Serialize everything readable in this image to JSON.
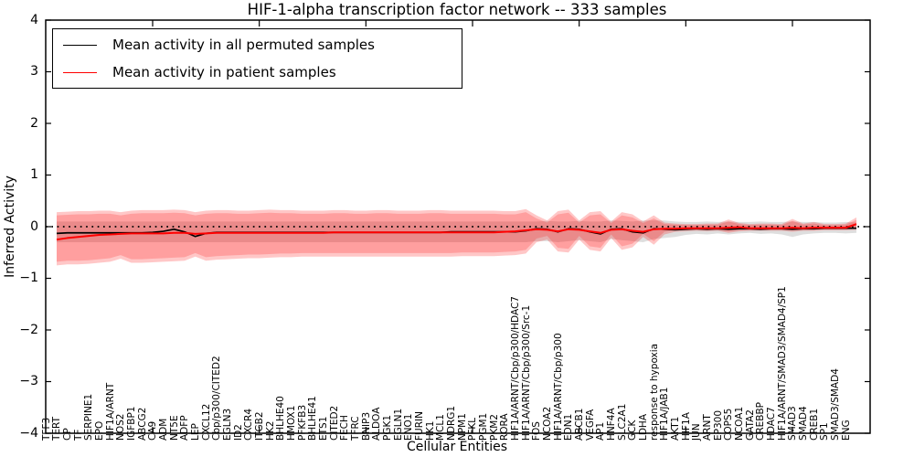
{
  "figure": {
    "background": "#ffffff",
    "accent_red": "#ff0000",
    "accent_black": "#000000",
    "permuted_band_gray": "#999999"
  },
  "legend": {
    "position": "upper-left"
  },
  "chart_data": {
    "type": "line",
    "title": "HIF-1-alpha transcription factor network -- 333 samples",
    "xlabel": "Cellular Entities",
    "ylabel": "Inferred Activity",
    "ylim": [
      -4,
      4
    ],
    "yticks": [
      4,
      3,
      2,
      1,
      0,
      -1,
      -2,
      -3,
      -4
    ],
    "ytick_labels": [
      "4",
      "3",
      "2",
      "1",
      "0",
      "−1",
      "−2",
      "−3",
      "−4"
    ],
    "xtick_entity_indices": [
      9,
      19,
      29,
      39,
      49,
      59,
      69
    ],
    "grid": false,
    "zero_line": {
      "value": 0,
      "style": "dotted",
      "color": "#000000"
    },
    "legend_position": "upper-left",
    "categories": [
      "TFF3",
      "TERT",
      "CP",
      "TF",
      "SERPINE1",
      "EPO",
      "HIF1A/ARNT",
      "NOS2",
      "IGFBP1",
      "ABCG2",
      "CA9",
      "ADM",
      "NT5E",
      "ADFP",
      "LEP",
      "CXCL12",
      "Cbp/p300/CITED2",
      "EGLN3",
      "ID2",
      "CXCR4",
      "ITGB2",
      "HK2",
      "BHLHE40",
      "HMOX1",
      "PFKFB3",
      "BHLHE41",
      "ETS1",
      "CITED2",
      "FECH",
      "TFRC",
      "BNIP3",
      "ALDOA",
      "PGK1",
      "EGLN1",
      "ENO1",
      "FURIN",
      "HK1",
      "MCL1",
      "NDRG1",
      "NPM1",
      "PFKL",
      "PGM1",
      "PKM2",
      "RORA",
      "HIF1A/ARNT/Cbp/p300/HDAC7",
      "HIF1A/ARNT/Cbp/p300/Src-1",
      "FOS",
      "NCOA2",
      "HIF1A/ARNT/Cbp/p300",
      "EDN1",
      "ABCB1",
      "VEGFA",
      "AP1",
      "HNF4A",
      "SLC2A1",
      "GCK",
      "LDHA",
      "response to hypoxia",
      "HIF1A/JAB1",
      "AKT1",
      "HIF1A",
      "JUN",
      "ARNT",
      "EP300",
      "COPS5",
      "NCOA1",
      "GATA2",
      "CREBBP",
      "HDAC7",
      "HIF1A/ARNT/SMAD3/SMAD4/SP1",
      "SMAD3",
      "SMAD4",
      "CREB1",
      "SP1",
      "SMAD3/SMAD4",
      "ENG"
    ],
    "series": [
      {
        "name": "Mean activity in all permuted samples",
        "color": "#000000",
        "width": 1.7,
        "values": [
          -0.13,
          -0.12,
          -0.12,
          -0.12,
          -0.12,
          -0.12,
          -0.12,
          -0.12,
          -0.12,
          -0.11,
          -0.09,
          -0.05,
          -0.1,
          -0.19,
          -0.13,
          -0.11,
          -0.11,
          -0.11,
          -0.11,
          -0.11,
          -0.11,
          -0.11,
          -0.11,
          -0.11,
          -0.11,
          -0.11,
          -0.11,
          -0.11,
          -0.11,
          -0.11,
          -0.11,
          -0.11,
          -0.11,
          -0.11,
          -0.11,
          -0.11,
          -0.11,
          -0.1,
          -0.1,
          -0.1,
          -0.1,
          -0.1,
          -0.1,
          -0.1,
          -0.08,
          -0.04,
          -0.05,
          -0.1,
          -0.04,
          -0.05,
          -0.1,
          -0.14,
          -0.05,
          -0.04,
          -0.1,
          -0.12,
          -0.04,
          -0.05,
          -0.06,
          -0.05,
          -0.04,
          -0.05,
          -0.04,
          -0.05,
          -0.04,
          -0.04,
          -0.05,
          -0.04,
          -0.04,
          -0.05,
          -0.04,
          -0.04,
          -0.03,
          -0.03,
          -0.03,
          -0.03
        ]
      },
      {
        "name": "Mean activity in patient samples",
        "color": "#ff0000",
        "width": 2.0,
        "values": [
          -0.25,
          -0.22,
          -0.2,
          -0.18,
          -0.16,
          -0.15,
          -0.14,
          -0.13,
          -0.13,
          -0.13,
          -0.13,
          -0.12,
          -0.12,
          -0.14,
          -0.13,
          -0.12,
          -0.12,
          -0.12,
          -0.12,
          -0.12,
          -0.12,
          -0.12,
          -0.12,
          -0.12,
          -0.12,
          -0.12,
          -0.11,
          -0.11,
          -0.11,
          -0.11,
          -0.11,
          -0.11,
          -0.11,
          -0.11,
          -0.11,
          -0.11,
          -0.11,
          -0.11,
          -0.11,
          -0.11,
          -0.11,
          -0.11,
          -0.1,
          -0.09,
          -0.07,
          -0.05,
          -0.06,
          -0.09,
          -0.05,
          -0.06,
          -0.09,
          -0.12,
          -0.06,
          -0.05,
          -0.08,
          -0.1,
          -0.05,
          -0.04,
          -0.04,
          -0.03,
          -0.03,
          -0.03,
          -0.03,
          -0.02,
          -0.01,
          -0.03,
          -0.03,
          -0.03,
          -0.03,
          -0.02,
          -0.03,
          -0.02,
          -0.02,
          -0.02,
          -0.02,
          0.05
        ]
      }
    ],
    "bands": [
      {
        "name": "permuted-samples-std-band",
        "color": "#999999",
        "opacity": 0.32,
        "upper": [
          0.1,
          0.1,
          0.1,
          0.1,
          0.1,
          0.1,
          0.1,
          0.1,
          0.1,
          0.1,
          0.1,
          0.1,
          0.1,
          0.1,
          0.1,
          0.1,
          0.1,
          0.1,
          0.1,
          0.1,
          0.1,
          0.1,
          0.1,
          0.1,
          0.1,
          0.1,
          0.1,
          0.1,
          0.1,
          0.1,
          0.1,
          0.1,
          0.1,
          0.1,
          0.1,
          0.1,
          0.1,
          0.1,
          0.1,
          0.1,
          0.1,
          0.1,
          0.1,
          0.1,
          0.1,
          0.1,
          0.11,
          0.1,
          0.1,
          0.11,
          0.1,
          0.1,
          0.12,
          0.11,
          0.1,
          0.12,
          0.12,
          0.12,
          0.1,
          0.09,
          0.09,
          0.1,
          0.09,
          0.1,
          0.09,
          0.09,
          0.1,
          0.09,
          0.09,
          0.1,
          0.09,
          0.09,
          0.08,
          0.08,
          0.09,
          0.08
        ],
        "lower": [
          -0.3,
          -0.3,
          -0.3,
          -0.3,
          -0.3,
          -0.3,
          -0.3,
          -0.3,
          -0.3,
          -0.3,
          -0.3,
          -0.3,
          -0.3,
          -0.3,
          -0.3,
          -0.3,
          -0.3,
          -0.3,
          -0.3,
          -0.3,
          -0.3,
          -0.3,
          -0.3,
          -0.3,
          -0.3,
          -0.3,
          -0.3,
          -0.3,
          -0.3,
          -0.3,
          -0.3,
          -0.3,
          -0.3,
          -0.3,
          -0.3,
          -0.3,
          -0.3,
          -0.3,
          -0.3,
          -0.3,
          -0.3,
          -0.3,
          -0.3,
          -0.3,
          -0.3,
          -0.28,
          -0.28,
          -0.3,
          -0.28,
          -0.26,
          -0.28,
          -0.3,
          -0.24,
          -0.26,
          -0.28,
          -0.3,
          -0.24,
          -0.22,
          -0.2,
          -0.16,
          -0.14,
          -0.15,
          -0.13,
          -0.15,
          -0.13,
          -0.12,
          -0.14,
          -0.13,
          -0.15,
          -0.2,
          -0.15,
          -0.13,
          -0.12,
          -0.12,
          -0.13,
          -0.12
        ]
      },
      {
        "name": "patient-samples-outer-band",
        "color": "#ff0000",
        "opacity": 0.22,
        "upper": [
          0.28,
          0.29,
          0.3,
          0.3,
          0.31,
          0.31,
          0.28,
          0.31,
          0.32,
          0.32,
          0.32,
          0.33,
          0.32,
          0.28,
          0.31,
          0.32,
          0.32,
          0.31,
          0.31,
          0.32,
          0.33,
          0.32,
          0.32,
          0.31,
          0.31,
          0.31,
          0.32,
          0.32,
          0.31,
          0.31,
          0.32,
          0.32,
          0.31,
          0.31,
          0.31,
          0.32,
          0.32,
          0.31,
          0.31,
          0.31,
          0.31,
          0.31,
          0.3,
          0.3,
          0.34,
          0.22,
          0.12,
          0.3,
          0.33,
          0.12,
          0.28,
          0.3,
          0.1,
          0.28,
          0.24,
          0.1,
          0.22,
          0.08,
          0.06,
          0.05,
          0.05,
          0.06,
          0.06,
          0.14,
          0.07,
          0.05,
          0.06,
          0.06,
          0.05,
          0.15,
          0.06,
          0.09,
          0.05,
          0.05,
          0.06,
          0.18
        ],
        "lower": [
          -0.75,
          -0.73,
          -0.73,
          -0.72,
          -0.7,
          -0.68,
          -0.62,
          -0.7,
          -0.7,
          -0.69,
          -0.68,
          -0.67,
          -0.66,
          -0.58,
          -0.66,
          -0.64,
          -0.63,
          -0.62,
          -0.61,
          -0.61,
          -0.6,
          -0.59,
          -0.59,
          -0.58,
          -0.58,
          -0.58,
          -0.58,
          -0.58,
          -0.58,
          -0.58,
          -0.58,
          -0.58,
          -0.58,
          -0.58,
          -0.58,
          -0.58,
          -0.58,
          -0.58,
          -0.57,
          -0.57,
          -0.57,
          -0.57,
          -0.56,
          -0.55,
          -0.52,
          -0.3,
          -0.25,
          -0.48,
          -0.5,
          -0.25,
          -0.45,
          -0.48,
          -0.22,
          -0.45,
          -0.4,
          -0.2,
          -0.35,
          -0.15,
          -0.1,
          -0.09,
          -0.08,
          -0.09,
          -0.08,
          -0.12,
          -0.09,
          -0.08,
          -0.08,
          -0.08,
          -0.08,
          -0.1,
          -0.08,
          -0.08,
          -0.07,
          -0.07,
          -0.07,
          -0.06
        ]
      },
      {
        "name": "patient-samples-inner-band",
        "color": "#ff0000",
        "opacity": 0.2,
        "upper": [
          0.22,
          0.23,
          0.24,
          0.24,
          0.25,
          0.25,
          0.22,
          0.25,
          0.26,
          0.26,
          0.26,
          0.27,
          0.26,
          0.22,
          0.25,
          0.26,
          0.26,
          0.25,
          0.25,
          0.26,
          0.27,
          0.26,
          0.26,
          0.25,
          0.25,
          0.25,
          0.26,
          0.26,
          0.25,
          0.25,
          0.26,
          0.26,
          0.25,
          0.25,
          0.25,
          0.26,
          0.26,
          0.25,
          0.25,
          0.25,
          0.25,
          0.25,
          0.24,
          0.24,
          0.28,
          0.16,
          0.08,
          0.24,
          0.27,
          0.08,
          0.22,
          0.24,
          0.07,
          0.22,
          0.18,
          0.07,
          0.16,
          0.05,
          0.04,
          0.03,
          0.03,
          0.04,
          0.04,
          0.1,
          0.05,
          0.03,
          0.04,
          0.04,
          0.03,
          0.11,
          0.04,
          0.06,
          0.03,
          0.03,
          0.04,
          0.13
        ],
        "lower": [
          -0.68,
          -0.66,
          -0.66,
          -0.65,
          -0.63,
          -0.61,
          -0.55,
          -0.63,
          -0.63,
          -0.62,
          -0.61,
          -0.6,
          -0.59,
          -0.51,
          -0.59,
          -0.57,
          -0.56,
          -0.55,
          -0.54,
          -0.54,
          -0.53,
          -0.52,
          -0.52,
          -0.51,
          -0.51,
          -0.51,
          -0.51,
          -0.51,
          -0.51,
          -0.51,
          -0.51,
          -0.51,
          -0.51,
          -0.51,
          -0.51,
          -0.51,
          -0.51,
          -0.51,
          -0.5,
          -0.5,
          -0.5,
          -0.5,
          -0.49,
          -0.48,
          -0.45,
          -0.23,
          -0.18,
          -0.41,
          -0.43,
          -0.18,
          -0.38,
          -0.41,
          -0.15,
          -0.38,
          -0.33,
          -0.14,
          -0.28,
          -0.1,
          -0.07,
          -0.06,
          -0.06,
          -0.06,
          -0.06,
          -0.09,
          -0.06,
          -0.06,
          -0.06,
          -0.06,
          -0.06,
          -0.07,
          -0.06,
          -0.06,
          -0.05,
          -0.05,
          -0.05,
          -0.04
        ]
      }
    ]
  }
}
